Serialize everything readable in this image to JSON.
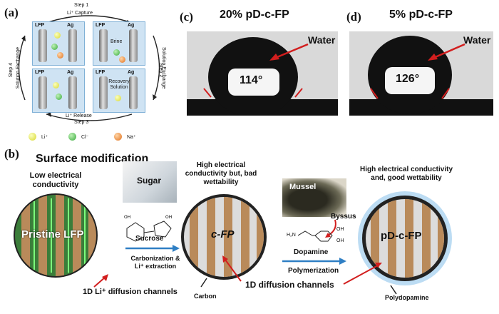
{
  "panel_a": {
    "letter": "(a)",
    "step1": "Step 1",
    "li_capture": "Li⁺ Capture",
    "step2": "Step 2",
    "solution_exchange_right": "Solution Exchange",
    "step3": "Step 3",
    "li_release": "Li⁺ Release",
    "step4": "Step 4",
    "solution_exchange_left": "Solution Exchange",
    "lfp": "LFP",
    "ag": "Ag",
    "brine": "Brine",
    "recovery_solution": "Recovery Solution",
    "legend_li": "Li⁺",
    "legend_cl": "Cl⁻",
    "legend_na": "Na⁺"
  },
  "panel_c": {
    "letter": "(c)",
    "title": "20% pD-c-FP",
    "water": "Water",
    "angle": "114°"
  },
  "panel_d": {
    "letter": "(d)",
    "title": "5% pD-c-FP",
    "water": "Water",
    "angle": "126°"
  },
  "panel_b": {
    "letter": "(b)",
    "surface_modification": "Surface modification",
    "low_conductivity": "Low electrical conductivity",
    "pristine": "Pristine LFP",
    "sugar": "Sugar",
    "high_cond_bad": "High electrical conductivity but, bad wettability",
    "cfp": "c-FP",
    "sucrose": "Sucrose",
    "carbonization": "Carbonization & Li⁺ extraction",
    "mussel": "Mussel",
    "byssus": "Byssus",
    "h2n": "H₂N",
    "oh1": "OH",
    "oh2": "OH",
    "dopamine": "Dopamine",
    "polymerization": "Polymerization",
    "high_cond_good": "High electrical conductivity and, good wettability",
    "pdcfp": "pD-c-FP",
    "channels1": "1D Li⁺ diffusion channels",
    "carbon": "Carbon",
    "channels2": "1D diffusion channels",
    "polydopamine": "Polydopamine"
  },
  "colors": {
    "arrow_red": "#d21e1e",
    "stripe_brown": "#b98a5a",
    "process_arrow_blue": "#2f7fc4",
    "lfp_green": "#3b7d3a"
  }
}
